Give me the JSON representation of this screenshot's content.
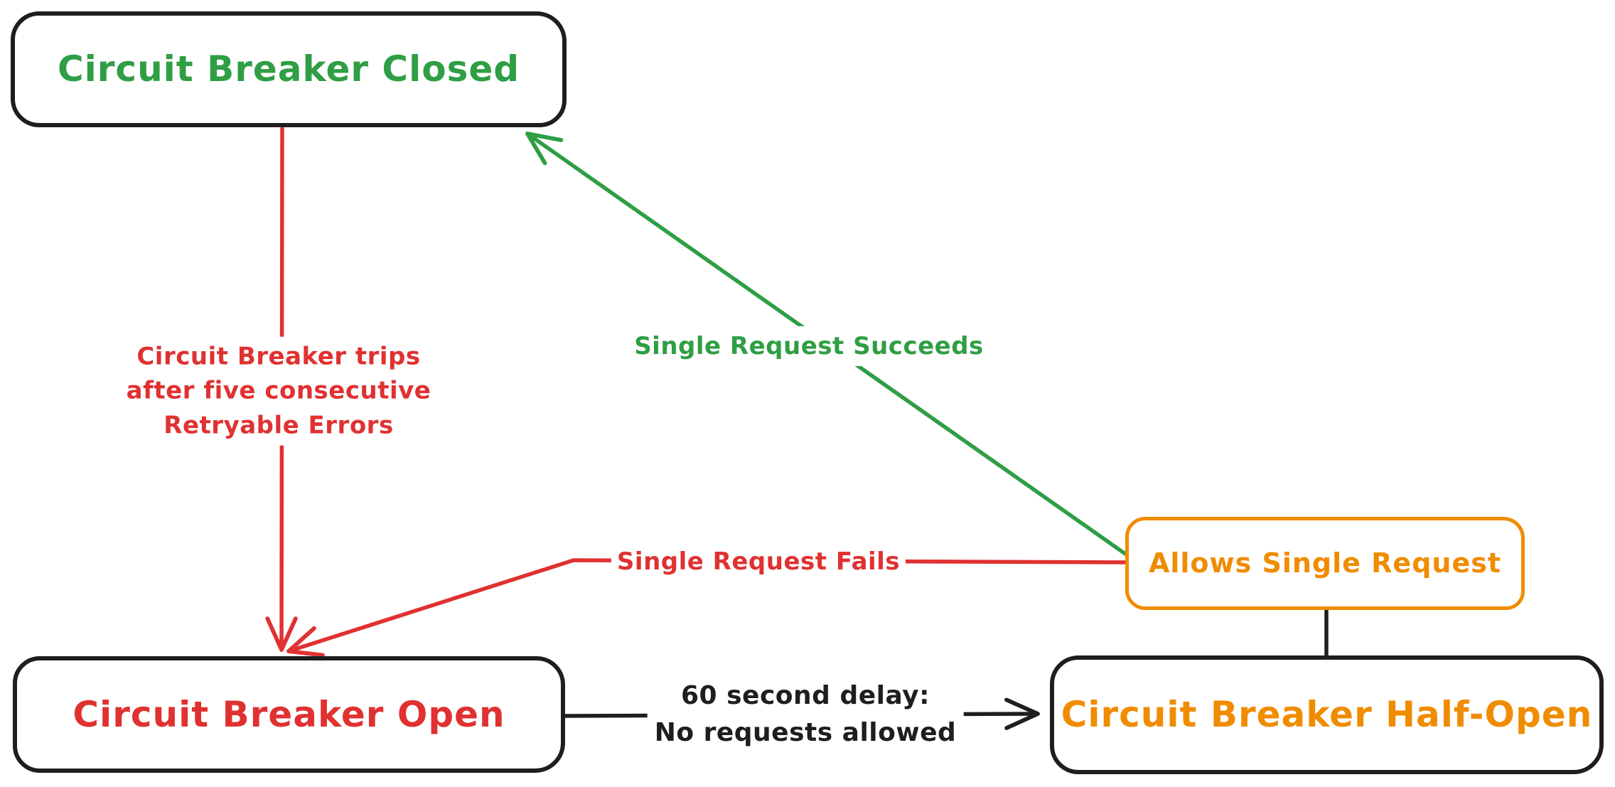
{
  "diagram": {
    "title": "Circuit Breaker state diagram",
    "colors": {
      "closed_state": "#2f9e44",
      "open_state": "#e03131",
      "half_open_state": "#f08c00",
      "outline": "#1e1e1e",
      "background": "#ffffff"
    },
    "nodes": {
      "closed": {
        "label": "Circuit Breaker Closed"
      },
      "open": {
        "label": "Circuit Breaker Open"
      },
      "half_open": {
        "label": "Circuit Breaker Half-Open"
      },
      "allows": {
        "label": "Allows Single Request"
      }
    },
    "edges": {
      "trip": {
        "from": "closed",
        "to": "open",
        "label_lines": [
          "Circuit Breaker trips",
          "after five consecutive",
          "Retryable Errors"
        ]
      },
      "succeed": {
        "from": "allows",
        "to": "closed",
        "label": "Single Request Succeeds"
      },
      "fail": {
        "from": "allows",
        "to": "open",
        "label": "Single Request Fails"
      },
      "delay": {
        "from": "open",
        "to": "half_open",
        "label_lines": [
          "60 second delay:",
          "No requests allowed"
        ]
      },
      "probe": {
        "from": "half_open",
        "to": "allows",
        "label": ""
      }
    }
  }
}
